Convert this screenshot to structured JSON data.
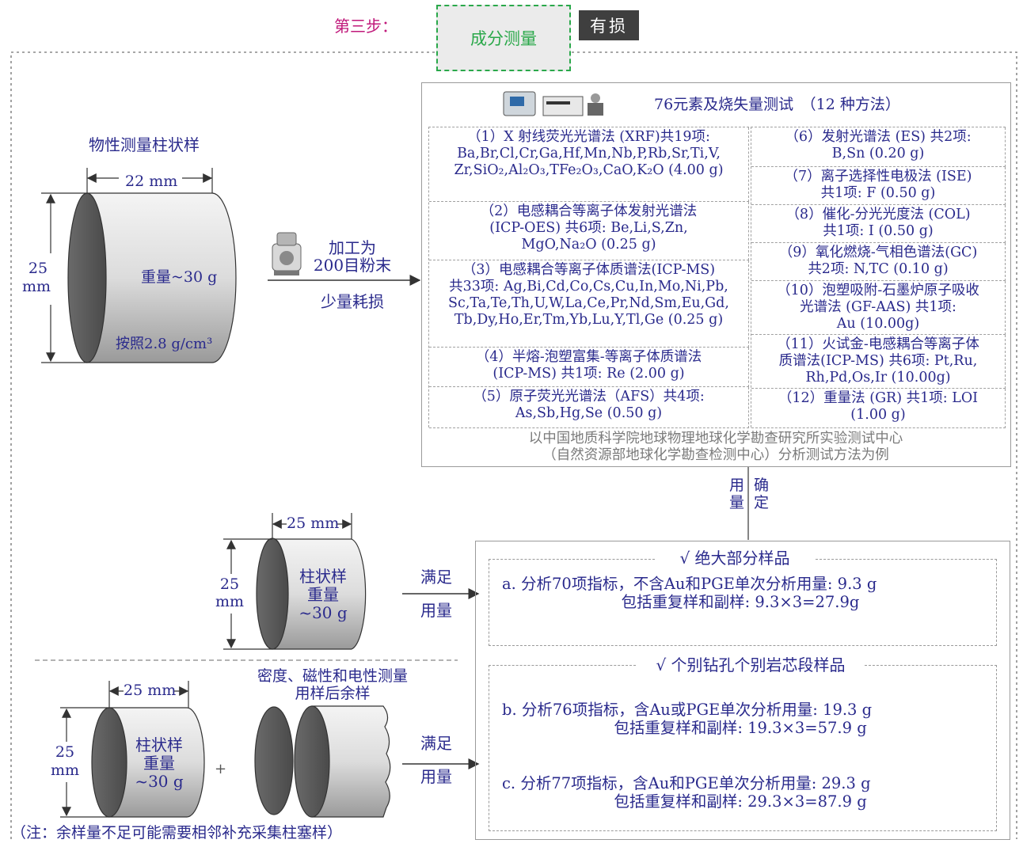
{
  "header": {
    "step_label": "第三步：",
    "step_box": "成分测量",
    "lossy_tag": "有损"
  },
  "top_sample": {
    "title": "物性测量柱状样",
    "width": "22 mm",
    "height_num": "25",
    "height_unit": "mm",
    "weight": "重量~30 g",
    "density": "按照2.8 g/cm³"
  },
  "process": {
    "line1": "加工为",
    "line2": "200目粉末",
    "loss": "少量耗损"
  },
  "methods_panel": {
    "title": "76元素及烧失量测试　（12 种方法）",
    "left_methods": [
      {
        "lines": [
          "（1）X 射线荧光光谱法 (XRF)共19项:",
          "Ba,Br,Cl,Cr,Ga,Hf,Mn,Nb,P,Rb,Sr,Ti,V,",
          "Zr,SiO₂,Al₂O₃,TFe₂O₃,CaO,K₂O (4.00 g)"
        ]
      },
      {
        "lines": [
          "（2）电感耦合等离子体发射光谱法",
          "(ICP-OES) 共6项: Be,Li,S,Zn,",
          "MgO,Na₂O (0.25 g)"
        ]
      },
      {
        "lines": [
          "（3）电感耦合等离子体质谱法(ICP-MS)",
          "共33项: Ag,Bi,Cd,Co,Cs,Cu,In,Mo,Ni,Pb,",
          "Sc,Ta,Te,Th,U,W,La,Ce,Pr,Nd,Sm,Eu,Gd,",
          "Tb,Dy,Ho,Er,Tm,Yb,Lu,Y,Tl,Ge (0.25 g)"
        ]
      },
      {
        "lines": [
          "（4）半熔-泡塑富集-等离子体质谱法",
          "(ICP-MS) 共1项: Re (2.00 g)"
        ]
      },
      {
        "lines": [
          "（5）原子荧光光谱法（AFS）共4项:",
          "As,Sb,Hg,Se (0.50 g)"
        ]
      }
    ],
    "right_methods": [
      {
        "lines": [
          "（6）发射光谱法 (ES) 共2项:",
          "B,Sn (0.20 g)"
        ]
      },
      {
        "lines": [
          "（7）离子选择性电极法 (ISE)",
          "共1项: F (0.50 g)"
        ]
      },
      {
        "lines": [
          "（8）催化-分光光度法 (COL)",
          "共1项: I (0.50 g)"
        ]
      },
      {
        "lines": [
          "（9）氧化燃烧-气相色谱法(GC)",
          "共2项: N,TC (0.10 g)"
        ]
      },
      {
        "lines": [
          "（10）泡塑吸附-石墨炉原子吸收",
          "光谱法 (GF-AAS) 共1项:",
          "Au (10.00g)"
        ]
      },
      {
        "lines": [
          "（11）火试金-电感耦合等离子体",
          "质谱法(ICP-MS) 共6项: Pt,Ru,",
          "Rh,Pd,Os,Ir (10.00g)"
        ]
      },
      {
        "lines": [
          "（12）重量法 (GR) 共1项: LOI",
          "(1.00 g)"
        ]
      }
    ],
    "footnote1": "以中国地质科学院地球物理地球化学勘查研究所实验测试中心",
    "footnote2": "（自然资源部地球化学勘查检测中心）分析测试方法为例"
  },
  "usage_label": {
    "col1": "用量",
    "col2": "确定"
  },
  "mid_sample": {
    "width": "25 mm",
    "height_num": "25",
    "height_unit": "mm",
    "l1": "柱状样",
    "l2": "重量",
    "l3": "~30 g",
    "satisfy1": "满足",
    "satisfy2": "用量"
  },
  "bottom_sample": {
    "width": "25 mm",
    "height_num": "25",
    "height_unit": "mm",
    "l1": "柱状样",
    "l2": "重量",
    "l3": "~30 g",
    "plus": "+",
    "rest1": "密度、磁性和电性测量",
    "rest2": "用样后余样",
    "satisfy1": "满足",
    "satisfy2": "用量",
    "note": "（注：余样量不足可能需要相邻补充采集柱塞样）"
  },
  "result_panel": {
    "group1_title": "√ 绝大部分样品",
    "a1": "a. 分析70项指标，不含Au和PGE单次分析用量: 9.3 g",
    "a2": "包括重复样和副样: 9.3×3=27.9g",
    "group2_title": "√ 个别钻孔个别岩芯段样品",
    "b1": "b. 分析76项指标，含Au或PGE单次分析用量: 19.3 g",
    "b2": "包括重复样和副样: 19.3×3=57.9 g",
    "c1": "c. 分析77项指标，含Au和PGE单次分析用量: 29.3 g",
    "c2": "包括重复样和副样: 29.3×3=87.9 g"
  },
  "colors": {
    "text": "#2a2a8c",
    "accent": "#c0187a",
    "green": "#2aa84a",
    "gray": "#9a9a9a"
  }
}
